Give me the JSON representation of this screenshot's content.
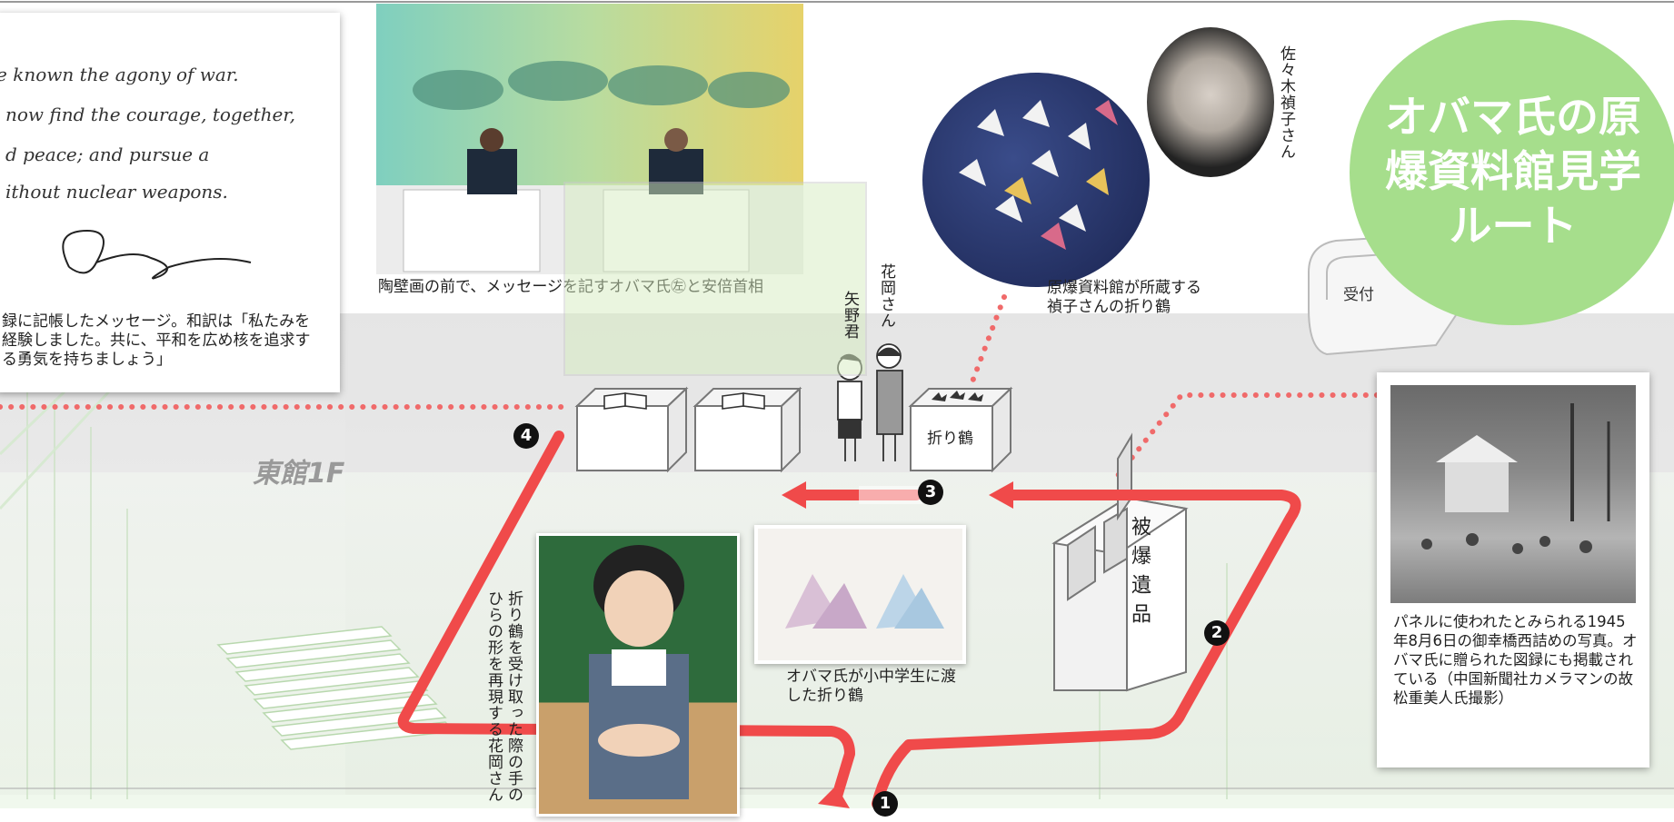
{
  "title": "オバマ氏の原爆資料館見学ルート",
  "floor_label": "東館1F",
  "reception_label": "受付",
  "letter": {
    "lines": [
      "e known the agony of war.",
      "now find the courage, together,",
      "d peace; and pursue a",
      "ithout nuclear weapons."
    ],
    "caption": "録に記帳したメッセージ。和訳は「私たみを経験しました。共に、平和を広め核を追求する勇気を持ちましょう」"
  },
  "mural_caption": "陶壁画の前で、メッセージを記すオバマ氏㊧と安倍首相",
  "cranes_caption": "原爆資料館が所蔵する禎子さんの折り鶴",
  "sadako_caption": "佐々木禎子さん",
  "hanaoka_label": "花岡さん",
  "yano_label": "矢野君",
  "orizuru_box_label": "折り鶴",
  "relics_label": "被爆遺品",
  "obama_cranes_caption": "オバマ氏が小中学生に渡した折り鶴",
  "student_caption": "折り鶴を受け取った際の手のひらの形を再現する花岡さん",
  "panel_photo_caption": "パネルに使われたとみられる1945年8月6日の御幸橋西詰めの写真。オバマ氏に贈られた図録にも掲載されている（中国新聞社カメラマンの故松重美人氏撮影）",
  "route_numbers": [
    "1",
    "2",
    "3",
    "4"
  ],
  "colors": {
    "route": "#f04a4a",
    "title_circle": "#a6de8c",
    "floor": "#dcdcdc",
    "dots": "#f06a6a"
  }
}
